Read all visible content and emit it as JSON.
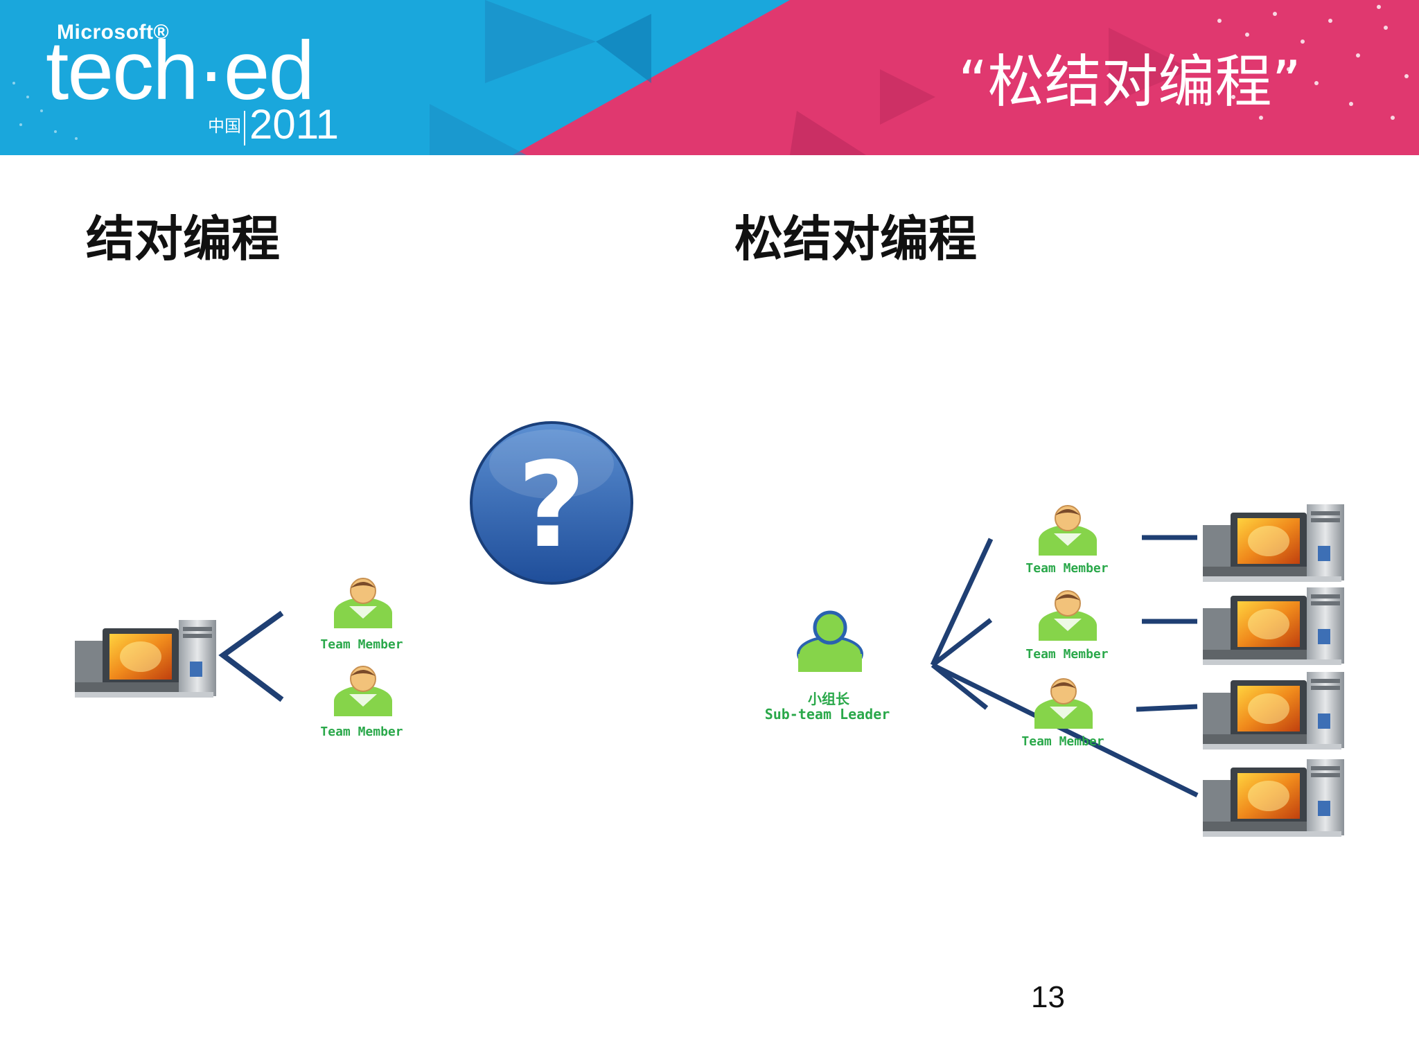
{
  "banner": {
    "logo_microsoft": "Microsoft®",
    "logo_event": "tech·ed",
    "logo_region": "中国",
    "logo_year": "2011",
    "slide_title": "“松结对编程”",
    "colors": {
      "cyan": "#1aa7dc",
      "magenta": "#e0386f"
    }
  },
  "left_section": {
    "heading": "结对编程",
    "member_labels": [
      "Team Member",
      "Team Member"
    ]
  },
  "center": {
    "icon": "question-icon",
    "symbol": "?"
  },
  "right_section": {
    "heading": "松结对编程",
    "leader_label_cn": "小组长",
    "leader_label_en": "Sub-team Leader",
    "member_labels": [
      "Team Member",
      "Team Member",
      "Team Member"
    ]
  },
  "colors": {
    "connector": "#1f3f73",
    "member_body": "#86d44a",
    "leader_body": "#86d44a",
    "label_green": "#2aa84a"
  },
  "footer": {
    "page_number": "13"
  }
}
